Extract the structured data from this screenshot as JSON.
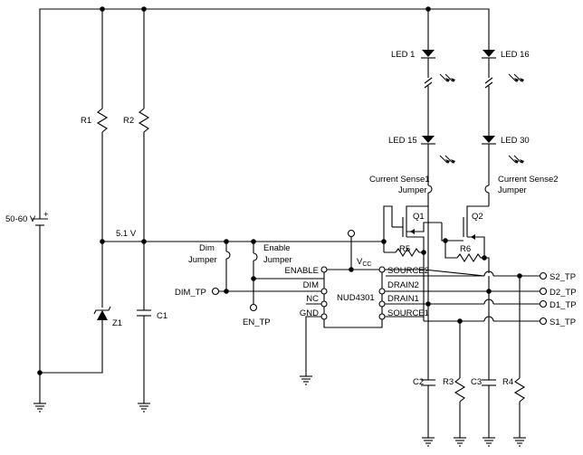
{
  "supply": {
    "label": "50-60 V",
    "plus": "+"
  },
  "rail": {
    "label": "5.1 V"
  },
  "components": {
    "r1": "R1",
    "r2": "R2",
    "z1": "Z1",
    "c1": "C1",
    "r5": "R5",
    "r6": "R6",
    "q1": "Q1",
    "q2": "Q2",
    "c2": "C2",
    "r3": "R3",
    "c3": "C3",
    "r4": "R4"
  },
  "leds": {
    "string1_top": "LED 1",
    "string1_bottom": "LED 15",
    "string2_top": "LED 16",
    "string2_bottom": "LED 30"
  },
  "sense": {
    "s1_line1": "Current Sense1",
    "s1_line2": "Jumper",
    "s2_line1": "Current Sense2",
    "s2_line2": "Jumper"
  },
  "jumpers": {
    "dim_line1": "Dim",
    "dim_line2": "Jumper",
    "en_line1": "Enable",
    "en_line2": "Jumper"
  },
  "ic": {
    "name": "NUD4301",
    "vcc": "V",
    "vcc_sub": "CC",
    "pins_left": [
      "ENABLE",
      "DIM",
      "NC",
      "GND"
    ],
    "pins_right": [
      "SOURCE2",
      "DRAIN2",
      "DRAIN1",
      "SOURCE1"
    ]
  },
  "test_points": {
    "dim": "DIM_TP",
    "en": "EN_TP",
    "s2": "S2_TP",
    "d2": "D2_TP",
    "d1": "D1_TP",
    "s1": "S1_TP"
  }
}
